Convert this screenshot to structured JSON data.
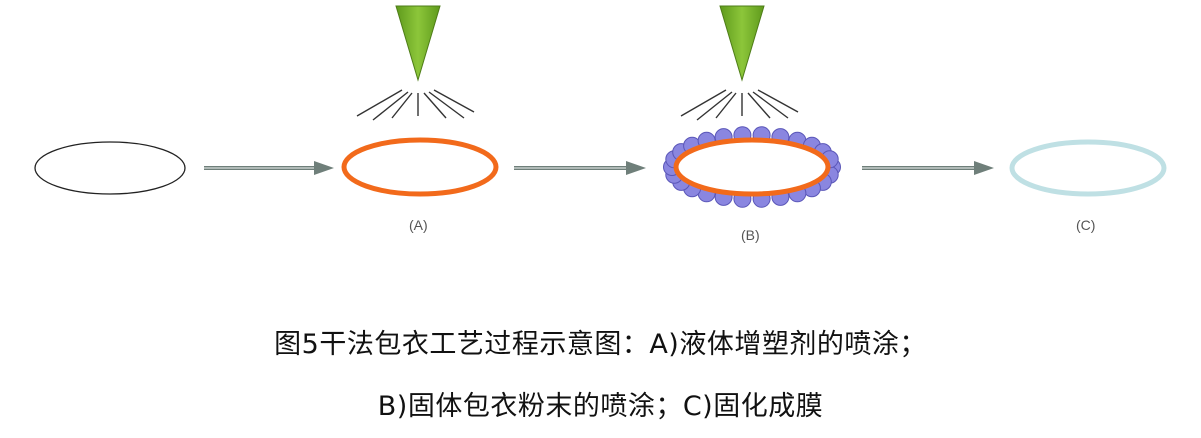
{
  "diagram": {
    "stage_labels": {
      "a": "(A)",
      "b": "(B)",
      "c": "(C)"
    },
    "colors": {
      "core_outline": "#222222",
      "plasticizer_coat": "#f26a1b",
      "powder_particle": "#8a86e0",
      "powder_particle_edge": "#5a56b8",
      "cured_film": "#bfe0e4",
      "nozzle": "#7ab52a",
      "arrow": "#6f7f7a"
    },
    "icons": [
      "spray-nozzle-icon",
      "spray-line-icon",
      "arrow-right-icon"
    ]
  },
  "caption": {
    "line1": "图5干法包衣工艺过程示意图：A)液体增塑剂的喷涂；",
    "line2": "B)固体包衣粉末的喷涂；C)固化成膜"
  }
}
